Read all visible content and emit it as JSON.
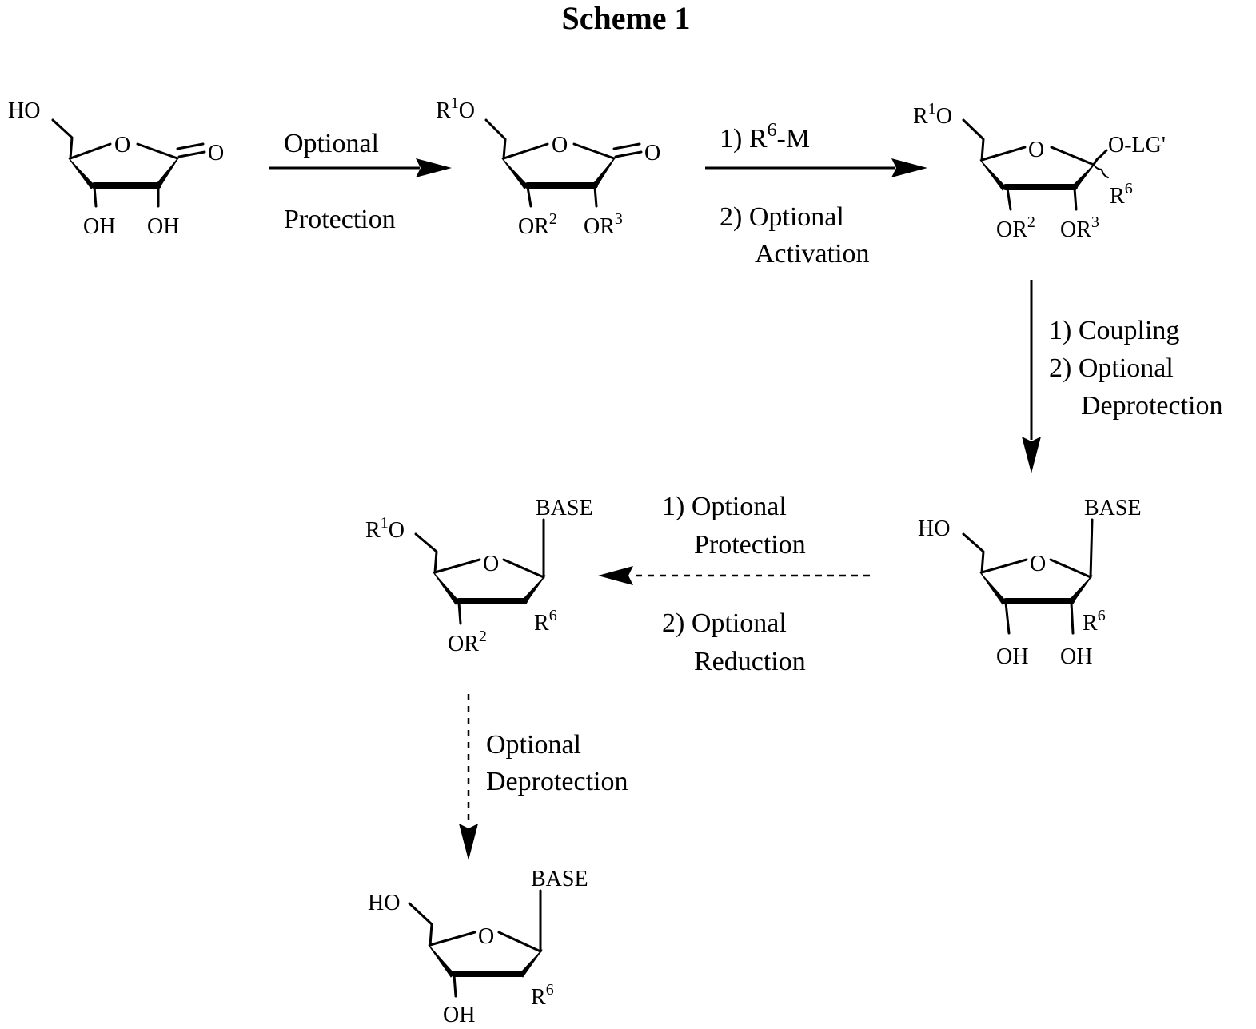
{
  "title": "Scheme 1",
  "compounds": {
    "lactone": {
      "hydroxymethyl": "HO",
      "ring_o": "O",
      "carbonyl_o": "O",
      "c3": "OH",
      "c2": "OH"
    },
    "protected_lactone": {
      "o5_prefix": "R",
      "o5_sup": "1",
      "o5_suffix": "O",
      "ring_o": "O",
      "carbonyl_o": "O",
      "c3_prefix": "OR",
      "c3_sup": "2",
      "c2_prefix": "OR",
      "c2_sup": "3"
    },
    "activated_sugar": {
      "o5_prefix": "R",
      "o5_sup": "1",
      "o5_suffix": "O",
      "ring_o": "O",
      "leaving_group": "O-LG'",
      "c1_prefix": "R",
      "c1_sup": "6",
      "c3_prefix": "OR",
      "c3_sup": "2",
      "c2_prefix": "OR",
      "c2_sup": "3"
    },
    "nucleoside": {
      "base": "BASE",
      "hydroxymethyl": "HO",
      "ring_o": "O",
      "c1_prefix": "R",
      "c1_sup": "6",
      "c3": "OH",
      "c2": "OH"
    },
    "protected_deoxy": {
      "base": "BASE",
      "o5_prefix": "R",
      "o5_sup": "1",
      "o5_suffix": "O",
      "ring_o": "O",
      "c1_prefix": "R",
      "c1_sup": "6",
      "c3_prefix": "OR",
      "c3_sup": "2"
    },
    "deoxy_nucleoside": {
      "base": "BASE",
      "hydroxymethyl": "HO",
      "ring_o": "O",
      "c1_prefix": "R",
      "c1_sup": "6",
      "c3": "OH"
    }
  },
  "steps": {
    "step1": {
      "above": "Optional",
      "below": "Protection"
    },
    "step2": {
      "line1_prefix": "1) R",
      "line1_sup": "6",
      "line1_suffix": "-M",
      "line2": "2) Optional",
      "line3": "Activation"
    },
    "step3": {
      "line1": "1) Coupling",
      "line2": "2) Optional",
      "line3": "Deprotection"
    },
    "step4": {
      "line1": "1) Optional",
      "line2": "Protection",
      "line3": "2) Optional",
      "line4": "Reduction"
    },
    "step5": {
      "line1": "Optional",
      "line2": "Deprotection"
    }
  }
}
